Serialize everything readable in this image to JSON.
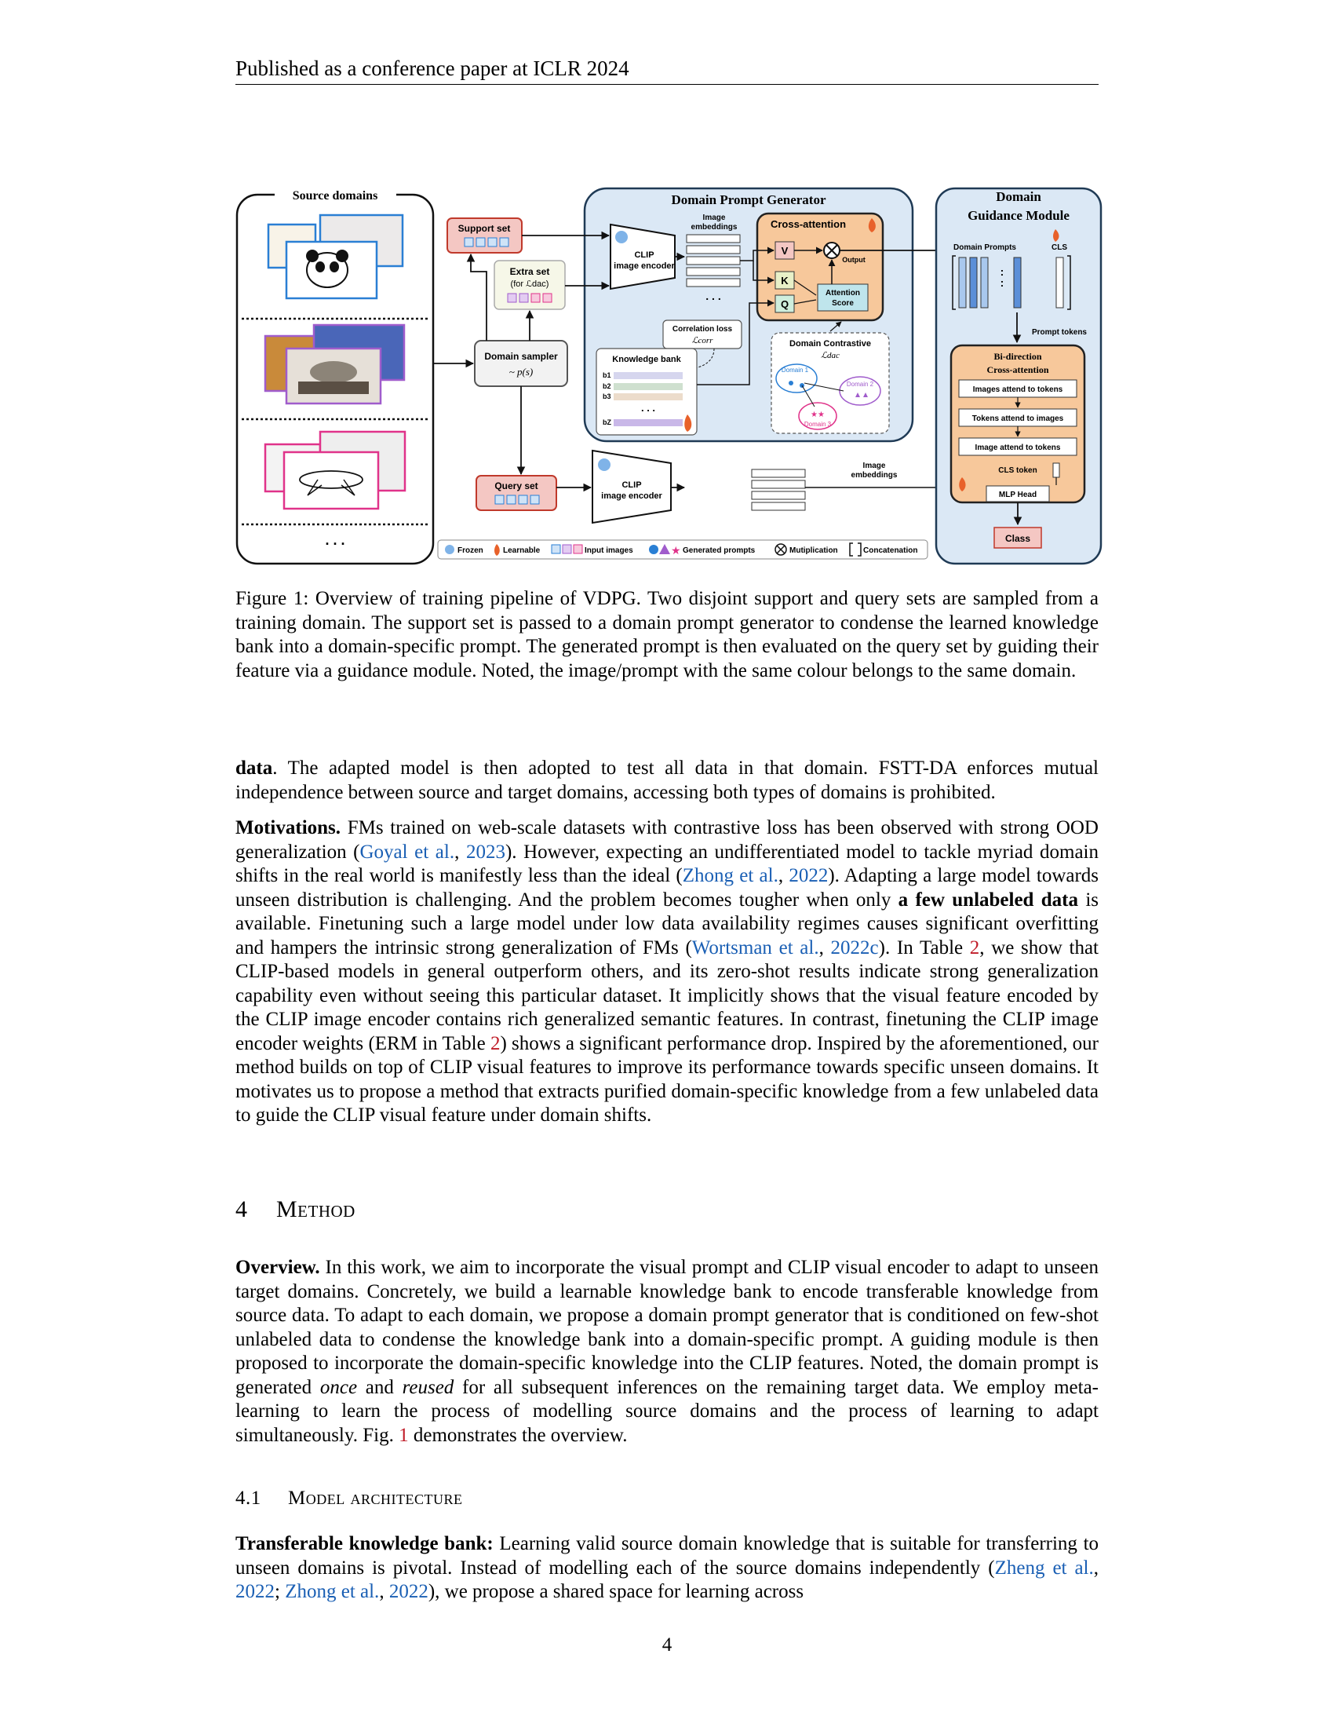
{
  "header": "Published as a conference paper at ICLR 2024",
  "figure": {
    "source_domains": "Source domains",
    "ellipsis": ". . .",
    "support_set": "Support set",
    "extra_set": "Extra set",
    "extra_set_sub": "(for ℒdac)",
    "domain_sampler": "Domain sampler",
    "domain_sampler_sub": "~ p(s)",
    "query_set": "Query set",
    "dpg_title": "Domain Prompt Generator",
    "clip_encoder_1": "CLIP",
    "clip_encoder_2": "image encoder",
    "image_embeddings_1": "Image",
    "image_embeddings_2": "embeddings",
    "cross_attention": "Cross-attention",
    "v": "V",
    "k": "K",
    "q": "Q",
    "output": "Output",
    "attention_score_1": "Attention",
    "attention_score_2": "Score",
    "correlation_loss": "Correlation loss",
    "correlation_loss_sym": "ℒcorr",
    "knowledge_bank": "Knowledge bank",
    "b1": "b1",
    "b2": "b2",
    "b3": "b3",
    "bz": "bZ",
    "domain_contrastive": "Domain Contrastive",
    "domain_contrastive_sym": "ℒdac",
    "domain1": "Domain 1",
    "domain2": "Domain 2",
    "domain3": "Domain 3",
    "dgm_title_1": "Domain",
    "dgm_title_2": "Guidance Module",
    "domain_prompts": "Domain Prompts",
    "cls": "CLS",
    "prompt_tokens": "Prompt tokens",
    "bidirection_1": "Bi-direction",
    "bidirection_2": "Cross-attention",
    "images_attend": "Images attend to tokens",
    "tokens_attend": "Tokens attend to images",
    "image_attend": "Image attend to tokens",
    "cls_token": "CLS token",
    "mlp_head": "MLP Head",
    "class": "Class",
    "legend": {
      "frozen": "Frozen",
      "learnable": "Learnable",
      "input_images": "Input images",
      "generated_prompts": "Generated prompts",
      "multiplication": "Mutiplication",
      "concatenation": "Concatenation"
    },
    "colors": {
      "blue_frame": "#2a7fd4",
      "purple_frame": "#a05ccc",
      "pink_frame": "#e0338a",
      "dpg_fill": "#dbe8f5",
      "dgm_fill": "#dbe8f5",
      "cross_attn_fill": "#f7c89b",
      "support_fill": "#f4c7c3",
      "class_fill": "#f4c7c3"
    }
  },
  "caption": {
    "label": "Figure 1:",
    "text": "Overview of training pipeline of VDPG. Two disjoint support and query sets are sampled from a training domain. The support set is passed to a domain prompt generator to condense the learned knowledge bank into a domain-specific prompt. The generated prompt is then evaluated on the query set by guiding their feature via a guidance module. Noted, the image/prompt with the same colour belongs to the same domain."
  },
  "para1": {
    "bold": "data",
    "text": ". The adapted model is then adopted to test all data in that domain. FSTT-DA enforces mutual independence between source and target domains, accessing both types of domains is prohibited."
  },
  "para2": {
    "head": "Motivations.",
    "t1": " FMs trained on web-scale datasets with contrastive loss has been observed with strong OOD generalization  (",
    "c1a": "Goyal et al.",
    "c1b": "2023",
    "t2": "). However, expecting an undifferentiated model to tackle myriad domain shifts in the real world is manifestly less than the ideal  (",
    "c2a": "Zhong et al.",
    "c2b": "2022",
    "t3": "). Adapting a large model towards unseen distribution is challenging.  And the problem becomes tougher when only ",
    "b1": "a few unlabeled data",
    "t4": " is available. Finetuning such a large model under low data availability regimes causes significant overfitting and hampers the intrinsic strong generalization of FMs (",
    "c3a": "Wortsman et al.",
    "c3b": "2022c",
    "t5": "). In Table ",
    "r1": "2",
    "t6": ", we show that CLIP-based models in general outperform others, and its zero-shot results indicate strong generalization capability even without seeing this particular dataset. It implicitly shows that the visual feature encoded by the CLIP image encoder contains rich generalized semantic features.  In contrast, finetuning the CLIP image encoder weights (ERM in Table ",
    "r2": "2",
    "t7": ") shows a significant performance drop. Inspired by the aforementioned, our method builds on top of CLIP visual features to improve its performance towards specific unseen domains. It motivates us to propose a method that extracts purified domain-specific knowledge from a few unlabeled data to guide the CLIP visual feature under domain shifts."
  },
  "section4": {
    "num": "4",
    "title": "Method"
  },
  "para3": {
    "head": "Overview.",
    "t1": " In this work, we aim to incorporate the visual prompt and CLIP visual encoder to adapt to unseen target domains. Concretely, we build a learnable knowledge bank to encode transferable knowledge from source data. To adapt to each domain, we propose a domain prompt generator that is conditioned on few-shot unlabeled data to condense the knowledge bank into a domain-specific prompt.  A guiding module is then proposed to incorporate the domain-specific knowledge into the CLIP features. Noted, the domain prompt is generated ",
    "i1": "once",
    "t2": " and ",
    "i2": "reused",
    "t3": " for all subsequent inferences on the remaining target data.  We employ meta-learning to learn the process of modelling source domains and the process of learning to adapt simultaneously. Fig. ",
    "r1": "1",
    "t4": " demonstrates the overview."
  },
  "section41": {
    "num": "4.1",
    "title": "Model architecture"
  },
  "para4": {
    "head": "Transferable knowledge bank:",
    "t1": " Learning valid source domain knowledge that is suitable for transferring to unseen domains is pivotal.  Instead of modelling each of the source domains independently (",
    "c1a": "Zheng et al.",
    "c1b": "2022",
    "t2": "; ",
    "c2a": "Zhong et al.",
    "c2b": "2022",
    "t3": "), we propose a shared space for learning across"
  },
  "page_number": "4"
}
